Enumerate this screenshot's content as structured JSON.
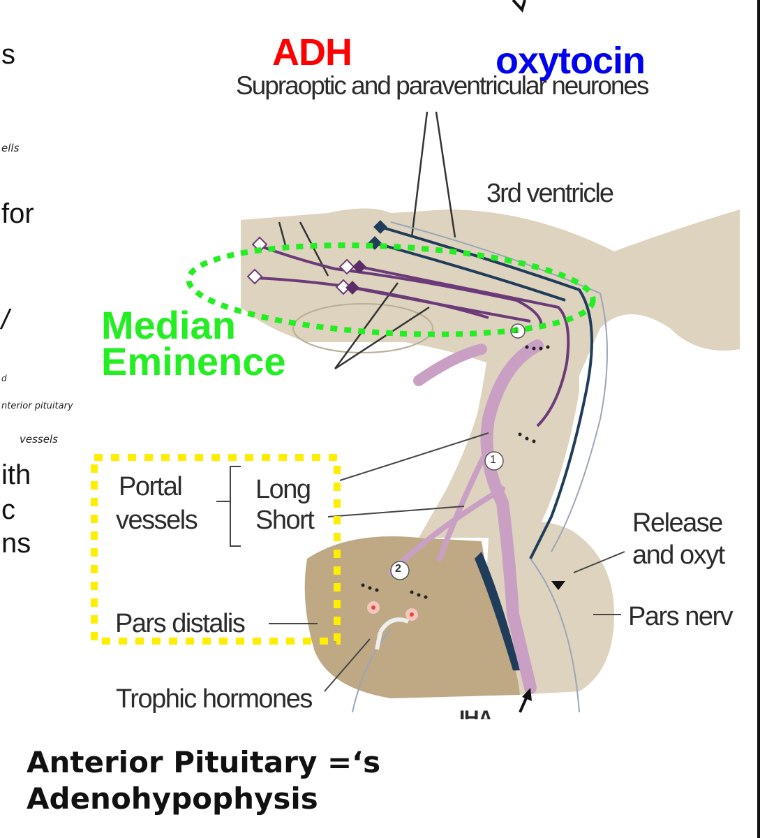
{
  "header": {
    "adh": "ADH",
    "oxytocin": "oxytocin",
    "neurones": "Supraoptic and paraventricular neurones"
  },
  "labels": {
    "third_ventricle": "3rd ventricle",
    "median_eminence_line1": "Median",
    "median_eminence_line2": "Eminence",
    "portal": "Portal",
    "vessels": "vessels",
    "long": "Long",
    "short": "Short",
    "pars_distalis": "Pars distalis",
    "trophic_hormones": "Trophic hormones",
    "release_line1": "Release",
    "release_line2": "and oxyt",
    "pars_nerv": "Pars nerv",
    "iha": "IHA",
    "marker_1a": "1",
    "marker_1b": "1",
    "marker_2": "2"
  },
  "slide_text": {
    "s": "s",
    "for": "for",
    "slash": "/",
    "with": "ith",
    "c": "c",
    "ns": "ns"
  },
  "handwriting": {
    "ells": "ells",
    "d": "d",
    "anterior_pituitary": "nterior pituitary",
    "vessels": "vessels"
  },
  "footer": {
    "line1": "Anterior Pituitary =‘s",
    "line2": "Adenohypophysis"
  },
  "colors": {
    "adh": "#ff0000",
    "oxytocin": "#0000ee",
    "median_eminence": "#22ee22",
    "highlight_box": "#ffee00",
    "tissue": "#ddd3be",
    "pars_distalis_tissue": "#bfa985",
    "axon_purple": "#6b3a78",
    "axon_navy": "#1f3c5a",
    "portal_pink": "#c9a0c4"
  }
}
